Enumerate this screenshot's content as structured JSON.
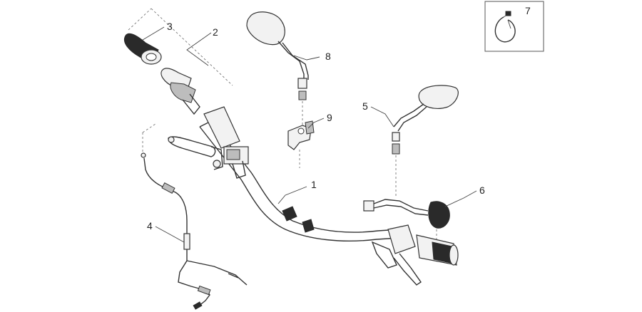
{
  "diagram": {
    "callouts": [
      {
        "id": "1",
        "label": "1"
      },
      {
        "id": "2",
        "label": "2"
      },
      {
        "id": "3",
        "label": "3"
      },
      {
        "id": "4",
        "label": "4"
      },
      {
        "id": "5",
        "label": "5"
      },
      {
        "id": "6",
        "label": "6"
      },
      {
        "id": "7",
        "label": "7"
      },
      {
        "id": "8",
        "label": "8"
      },
      {
        "id": "9",
        "label": "9"
      }
    ],
    "inset_label": "7"
  },
  "colors": {
    "line": "#333333",
    "background": "#ffffff",
    "grip_dark": "#2a2a2a"
  }
}
